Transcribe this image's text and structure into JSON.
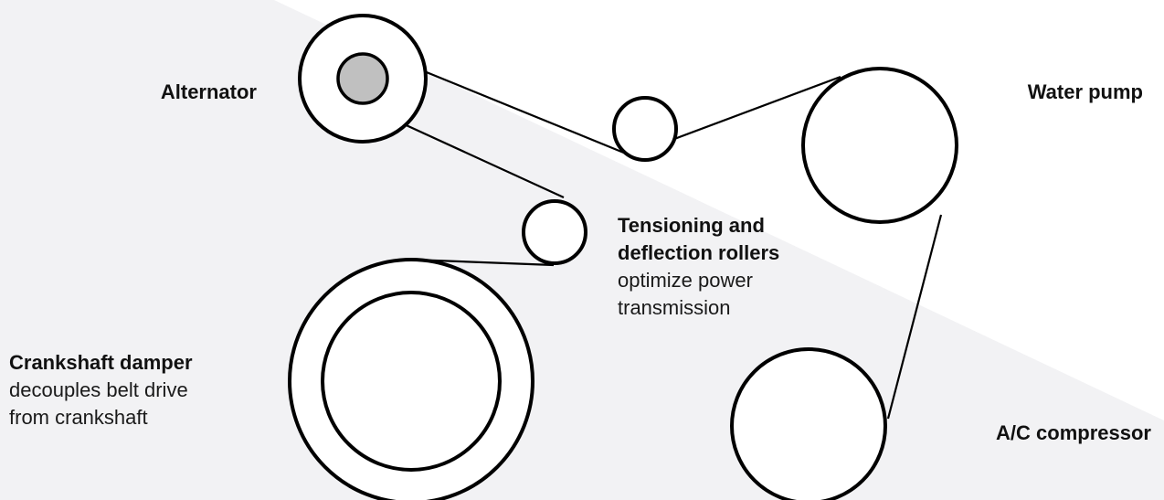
{
  "diagram": {
    "alternator": {
      "title": "Alternator"
    },
    "water_pump": {
      "title": "Water pump"
    },
    "rollers": {
      "title_line1": "Tensioning and",
      "title_line2": "deflection rollers",
      "desc_line1": "optimize power",
      "desc_line2": "transmission"
    },
    "crankshaft": {
      "title": "Crankshaft damper",
      "desc_line1": "decouples belt drive",
      "desc_line2": "from crankshaft"
    },
    "ac_compressor": {
      "title": "A/C compressor"
    }
  },
  "colors": {
    "stroke": "#000000",
    "hub_fill": "#c0c0c0",
    "background": "#ffffff",
    "background_shade": "#f1f1f3"
  }
}
